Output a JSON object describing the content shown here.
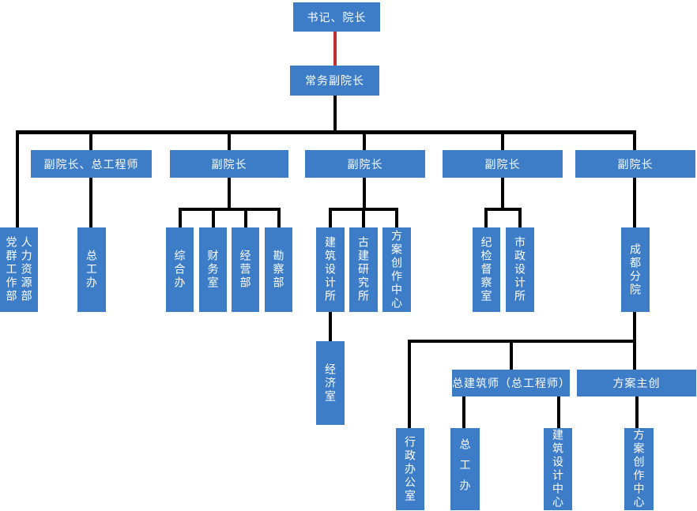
{
  "diagram": {
    "type": "org-chart",
    "colors": {
      "node_fill": "#3D7DC8",
      "node_text": "#FFFFFF",
      "connector_line": "#000000",
      "secretary_link_line": "#BE3431",
      "background": "#FFFFFF"
    },
    "nodes": {
      "shuji": "书记、院长",
      "changwu": "常务副院长",
      "fuzong": "副院长、总工程师",
      "fu1": "副院长",
      "fu2": "副院长",
      "fu3": "副院长",
      "fu4": "副院长",
      "dangqun": "党群工作部",
      "renli": "人力资源部",
      "zgb1": "总工办",
      "zonghe": "综合办",
      "caiwu": "财务室",
      "jingying": "经营部",
      "kancha": "勘察部",
      "jzsj": "建筑设计所",
      "gujian": "古建研究所",
      "fczx": "方案创作中心",
      "jijian": "纪检督察室",
      "shizheng": "市政设计所",
      "chengdu": "成都分院",
      "jingji": "经济室",
      "zongjian": "总建筑师（总工程师）",
      "fangzhu": "方案主创",
      "xingzheng": "行政办公室",
      "zgb2": "总工办",
      "jzzx": "建筑设计中心",
      "fczx2": "方案创作中心"
    },
    "hierarchy": {
      "root": "shuji",
      "edges": [
        [
          "shuji",
          "changwu"
        ],
        [
          "changwu",
          "dangqun+renli"
        ],
        [
          "changwu",
          "fuzong"
        ],
        [
          "changwu",
          "fu1"
        ],
        [
          "changwu",
          "fu2"
        ],
        [
          "changwu",
          "fu3"
        ],
        [
          "changwu",
          "fu4"
        ],
        [
          "fuzong",
          "zgb1"
        ],
        [
          "fu1",
          "zonghe"
        ],
        [
          "fu1",
          "caiwu"
        ],
        [
          "fu1",
          "jingying"
        ],
        [
          "fu1",
          "kancha"
        ],
        [
          "fu2",
          "jzsj"
        ],
        [
          "fu2",
          "gujian"
        ],
        [
          "fu2",
          "fczx"
        ],
        [
          "jzsj",
          "jingji"
        ],
        [
          "fu3",
          "jijian"
        ],
        [
          "fu3",
          "shizheng"
        ],
        [
          "fu4",
          "chengdu"
        ],
        [
          "chengdu",
          "xingzheng"
        ],
        [
          "chengdu",
          "zongjian"
        ],
        [
          "chengdu",
          "fangzhu"
        ],
        [
          "zongjian",
          "zgb2"
        ],
        [
          "zongjian",
          "jzzx"
        ],
        [
          "fangzhu",
          "fczx2"
        ]
      ]
    }
  }
}
